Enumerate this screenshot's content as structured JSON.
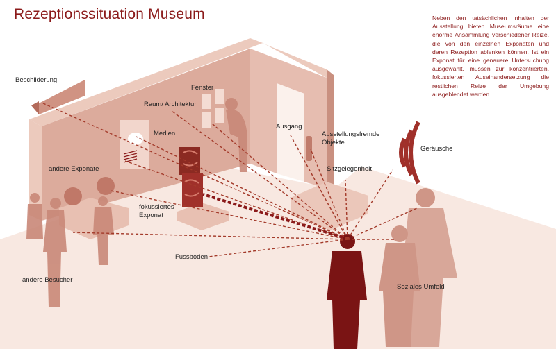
{
  "title": "Rezeptionssituation Museum",
  "intro": "Neben den tatsächlichen Inhalten der Ausstellung bieten Museumsräume eine enorme Ansammlung verschiedener Reize, die von den einzelnen Exponaten und deren Rezeption ablenken können. Ist ein Exponat für eine genauere Untersuchung ausgewählt, müssen zur konzentrierten, fokussierten Auseinandersetzung die restlichen Reize der Umgebung ausgeblendet werden.",
  "labels": {
    "beschilderung": "Beschilderung",
    "fenster": "Fenster",
    "raum": "Raum/ Architektur",
    "medien": "Medien",
    "ausgang": "Ausgang",
    "fremde1": "Ausstellungsfremde",
    "fremde2": "Objekte",
    "sitz": "Sitzgelegenheit",
    "geraeusche": "Geräusche",
    "exponate": "andere Exponate",
    "fokus1": "fokussiertes",
    "fokus2": "Exponat",
    "fussboden": "Fussboden",
    "besucher": "andere Besucher",
    "sozial": "Soziales Umfeld"
  },
  "colors": {
    "accent": "#8b1a1a",
    "wall": "#dcab9c",
    "wall_top": "#eccabd",
    "wall_side": "#c99080",
    "floor": "#f8e8e1",
    "figure": "#c98878",
    "viewer": "#7a1414"
  }
}
